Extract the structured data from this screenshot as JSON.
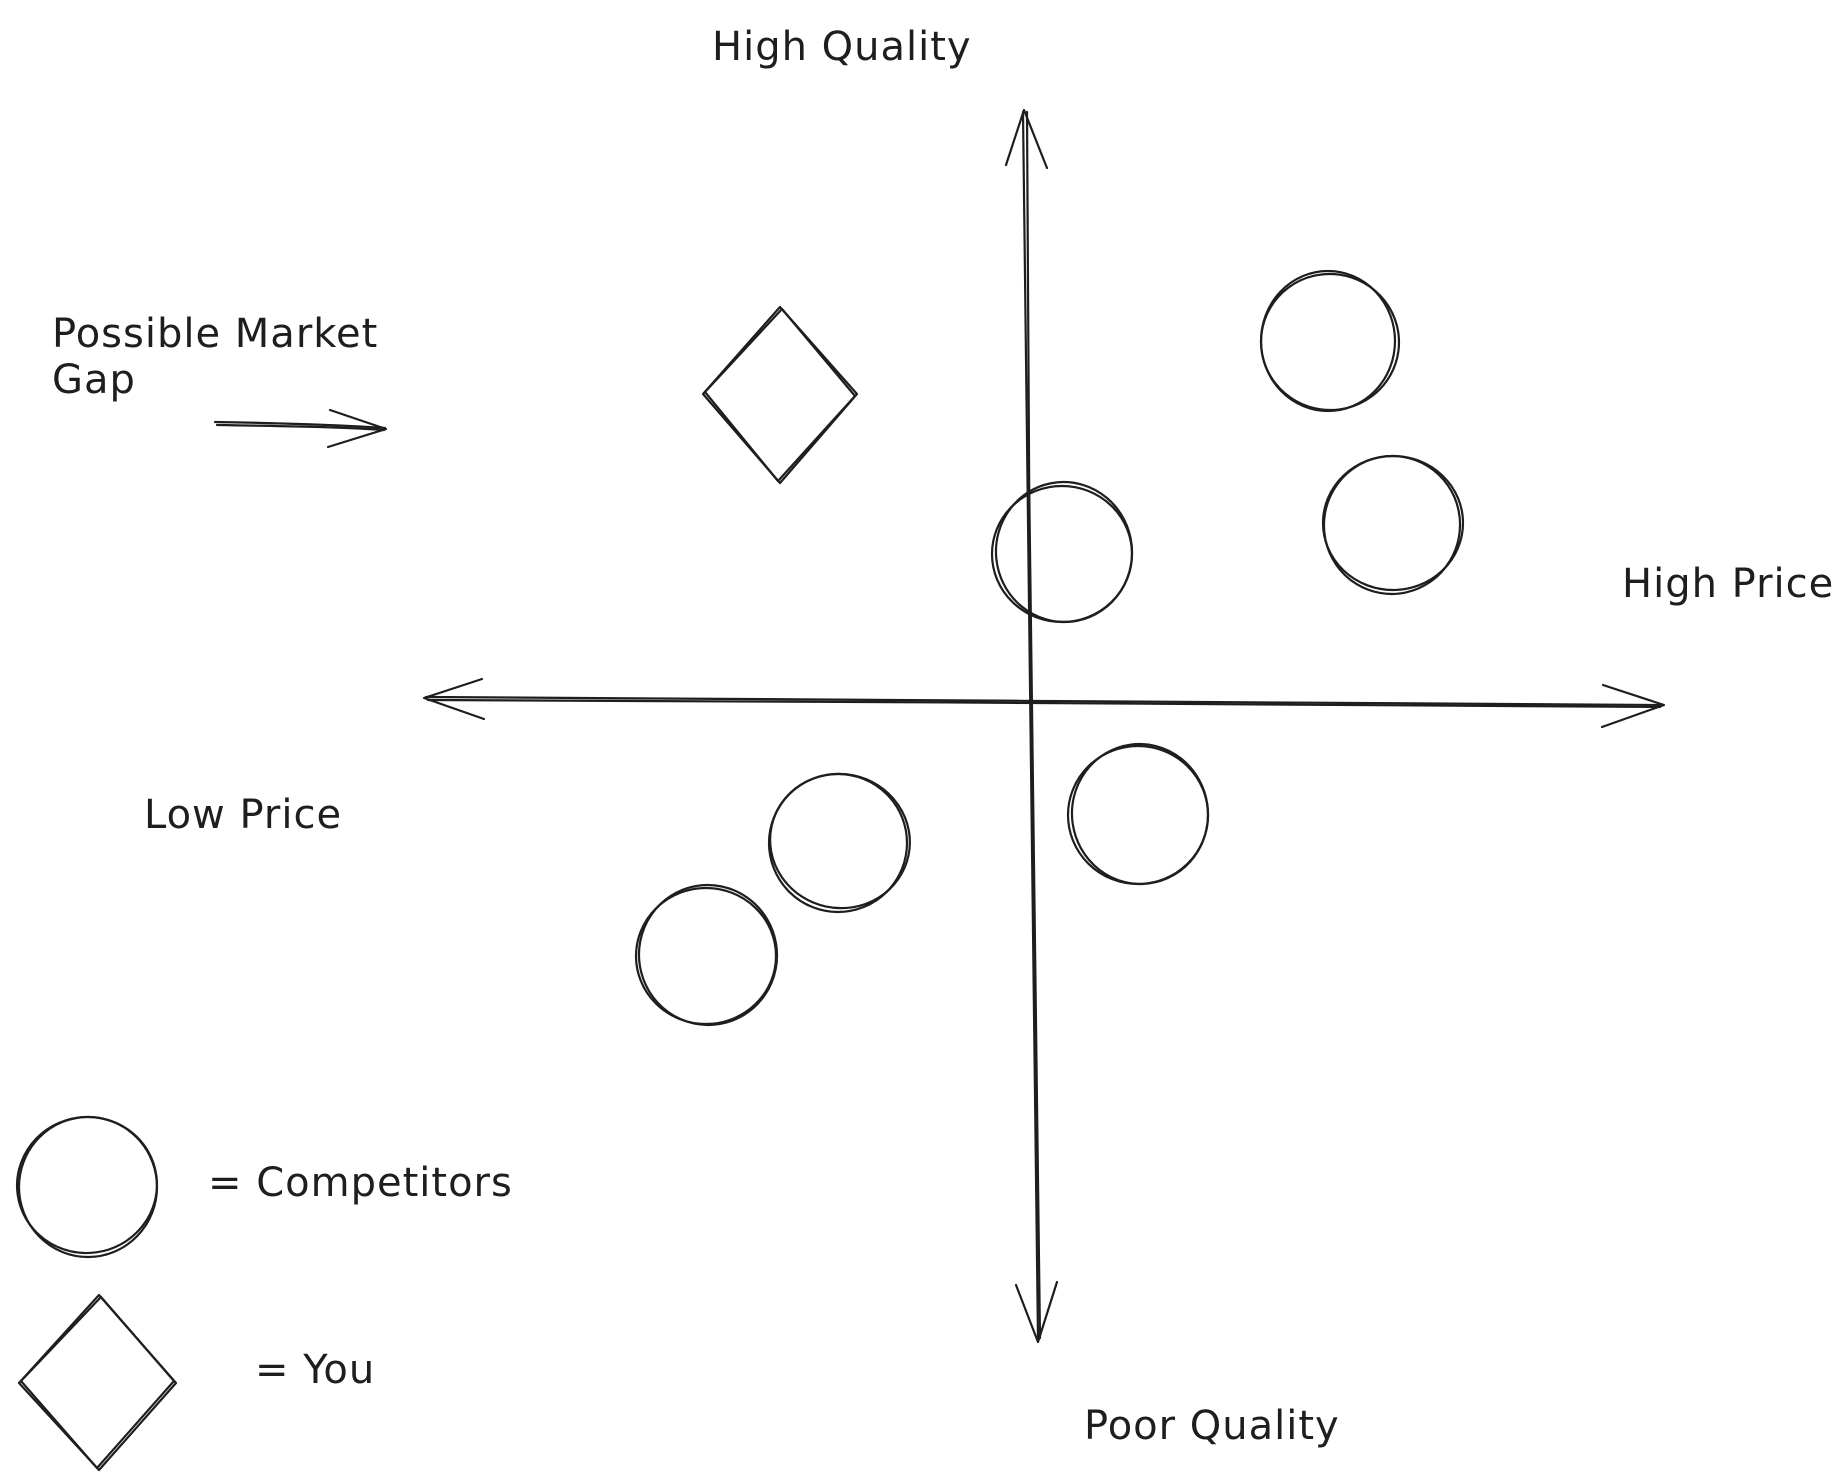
{
  "axes": {
    "top_label": "High Quality",
    "bottom_label": "Poor Quality",
    "left_label": "Low Price",
    "right_label": "High Price"
  },
  "annotation": {
    "text": "Possible Market\nGap"
  },
  "legend": {
    "competitor_label": "= Competitors",
    "you_label": "= You"
  },
  "colors": {
    "stroke": "#1e1e1e",
    "background": "#ffffff"
  },
  "markers": {
    "competitors_count": 6,
    "you_count": 1
  }
}
